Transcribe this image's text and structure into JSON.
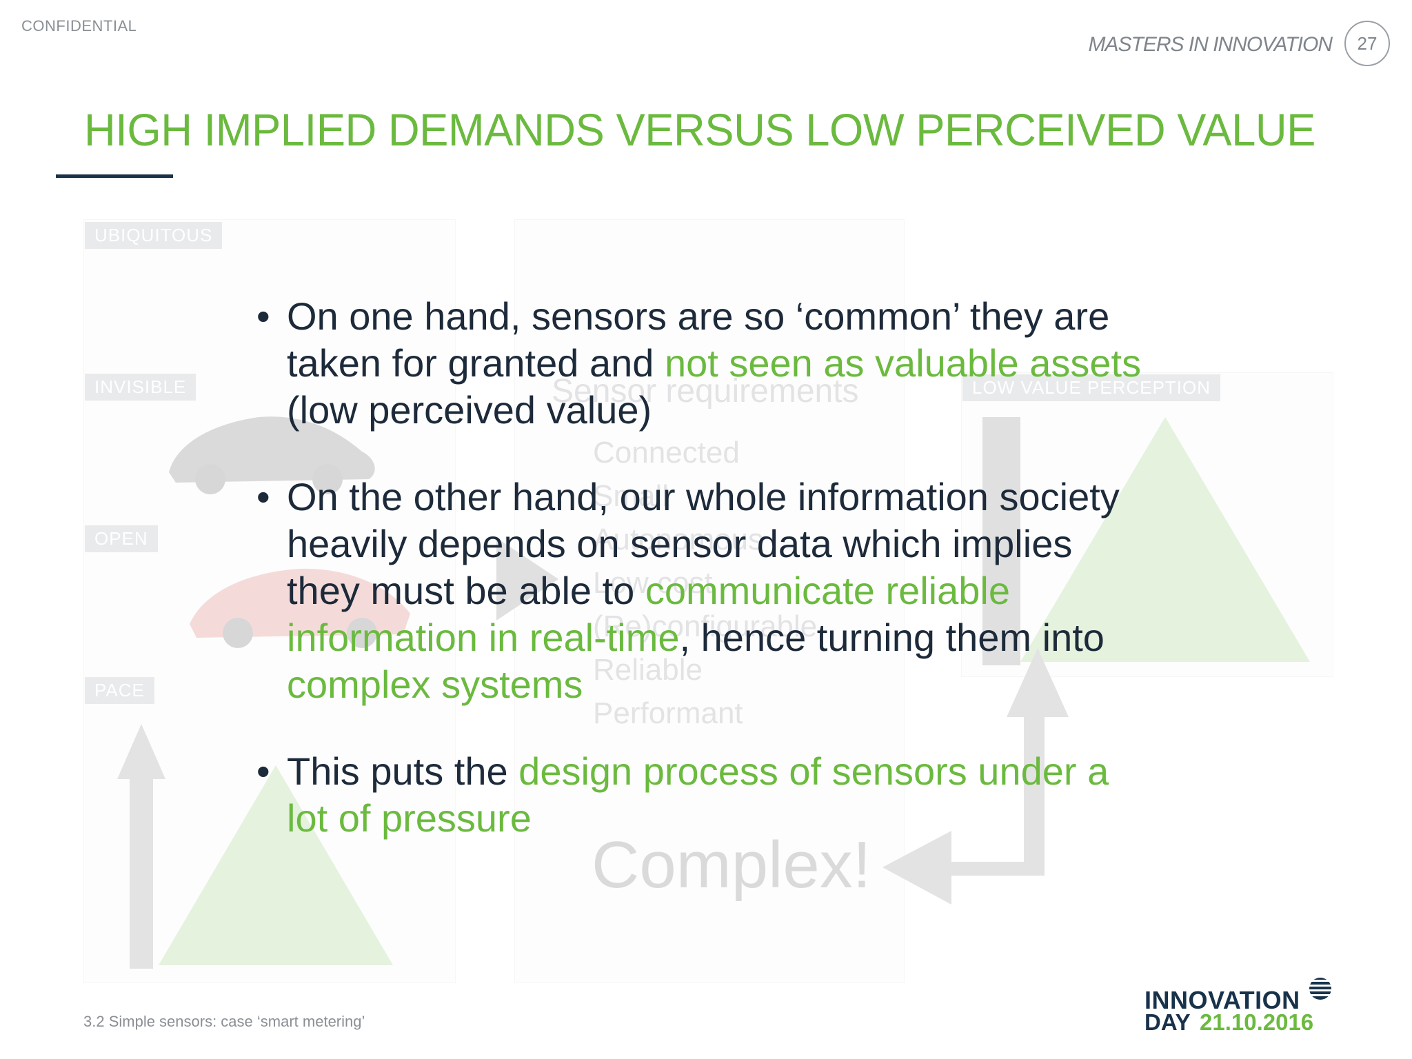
{
  "header": {
    "confidential": "CONFIDENTIAL",
    "masters": "MASTERS IN INNOVATION",
    "page_number": "27"
  },
  "slide": {
    "title": "HIGH IMPLIED DEMANDS VERSUS LOW PERCEIVED VALUE"
  },
  "background": {
    "labels": [
      "UBIQUITOUS",
      "INVISIBLE",
      "OPEN",
      "PACE",
      "LOW VALUE PERCEPTION"
    ],
    "requirements_title": "Sensor requirements",
    "requirements": [
      "Connected",
      "Small",
      "Autonomous",
      "Low cost",
      "(Re)configurable",
      "Reliable",
      "Performant"
    ],
    "complex": "Complex!"
  },
  "bullets": [
    {
      "segments": [
        {
          "text": "On one hand, sensors are so ‘common’ they are taken for granted and ",
          "hl": false
        },
        {
          "text": "not seen as valuable assets",
          "hl": true
        },
        {
          "text": " (low perceived value)",
          "hl": false
        }
      ]
    },
    {
      "segments": [
        {
          "text": "On the other hand, our whole information society heavily depends on sensor data which implies they must be able to ",
          "hl": false
        },
        {
          "text": "communicate reliable information in real-time",
          "hl": true
        },
        {
          "text": ", hence turning them into ",
          "hl": false
        },
        {
          "text": "complex systems",
          "hl": true
        }
      ]
    },
    {
      "segments": [
        {
          "text": "This puts the ",
          "hl": false
        },
        {
          "text": "design process of sensors under a lot of pressure",
          "hl": true
        }
      ]
    }
  ],
  "footer": {
    "caption": "3.2 Simple sensors: case ‘smart metering’",
    "logo_word": "INNOVATION",
    "logo_day": "DAY",
    "logo_date": "21.10.2016"
  },
  "colors": {
    "accent": "#6bba3f",
    "navy": "#18324a",
    "text": "#1d2a3a"
  }
}
